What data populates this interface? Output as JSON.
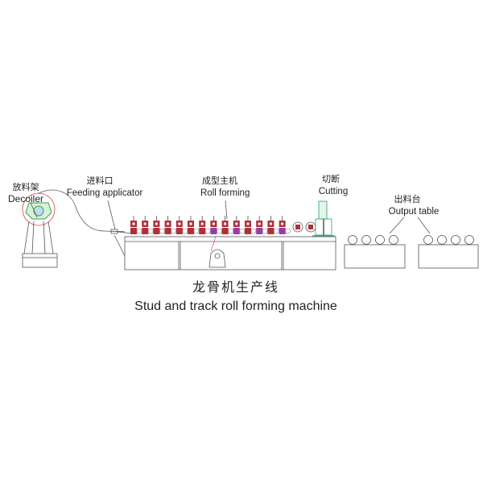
{
  "labels": {
    "decoiler_cn": "放料架",
    "decoiler_en": "Decoiler",
    "feeding_cn": "进料口",
    "feeding_en": "Feeding applicator",
    "forming_cn": "成型主机",
    "forming_en": "Roll forming",
    "cutting_cn": "切断",
    "cutting_en": "Cutting",
    "output_cn": "出料台",
    "output_en": "Output table"
  },
  "title": {
    "cn": "龙骨机生产线",
    "en": "Stud and track roll forming machine"
  },
  "colors": {
    "roller_red": "#b0303a",
    "roller_purple": "#9a3ca8",
    "decoiler_green": "#3aa050",
    "decoiler_red": "#d04040",
    "cutter_green": "#2f9f6f",
    "line": "#555555"
  }
}
